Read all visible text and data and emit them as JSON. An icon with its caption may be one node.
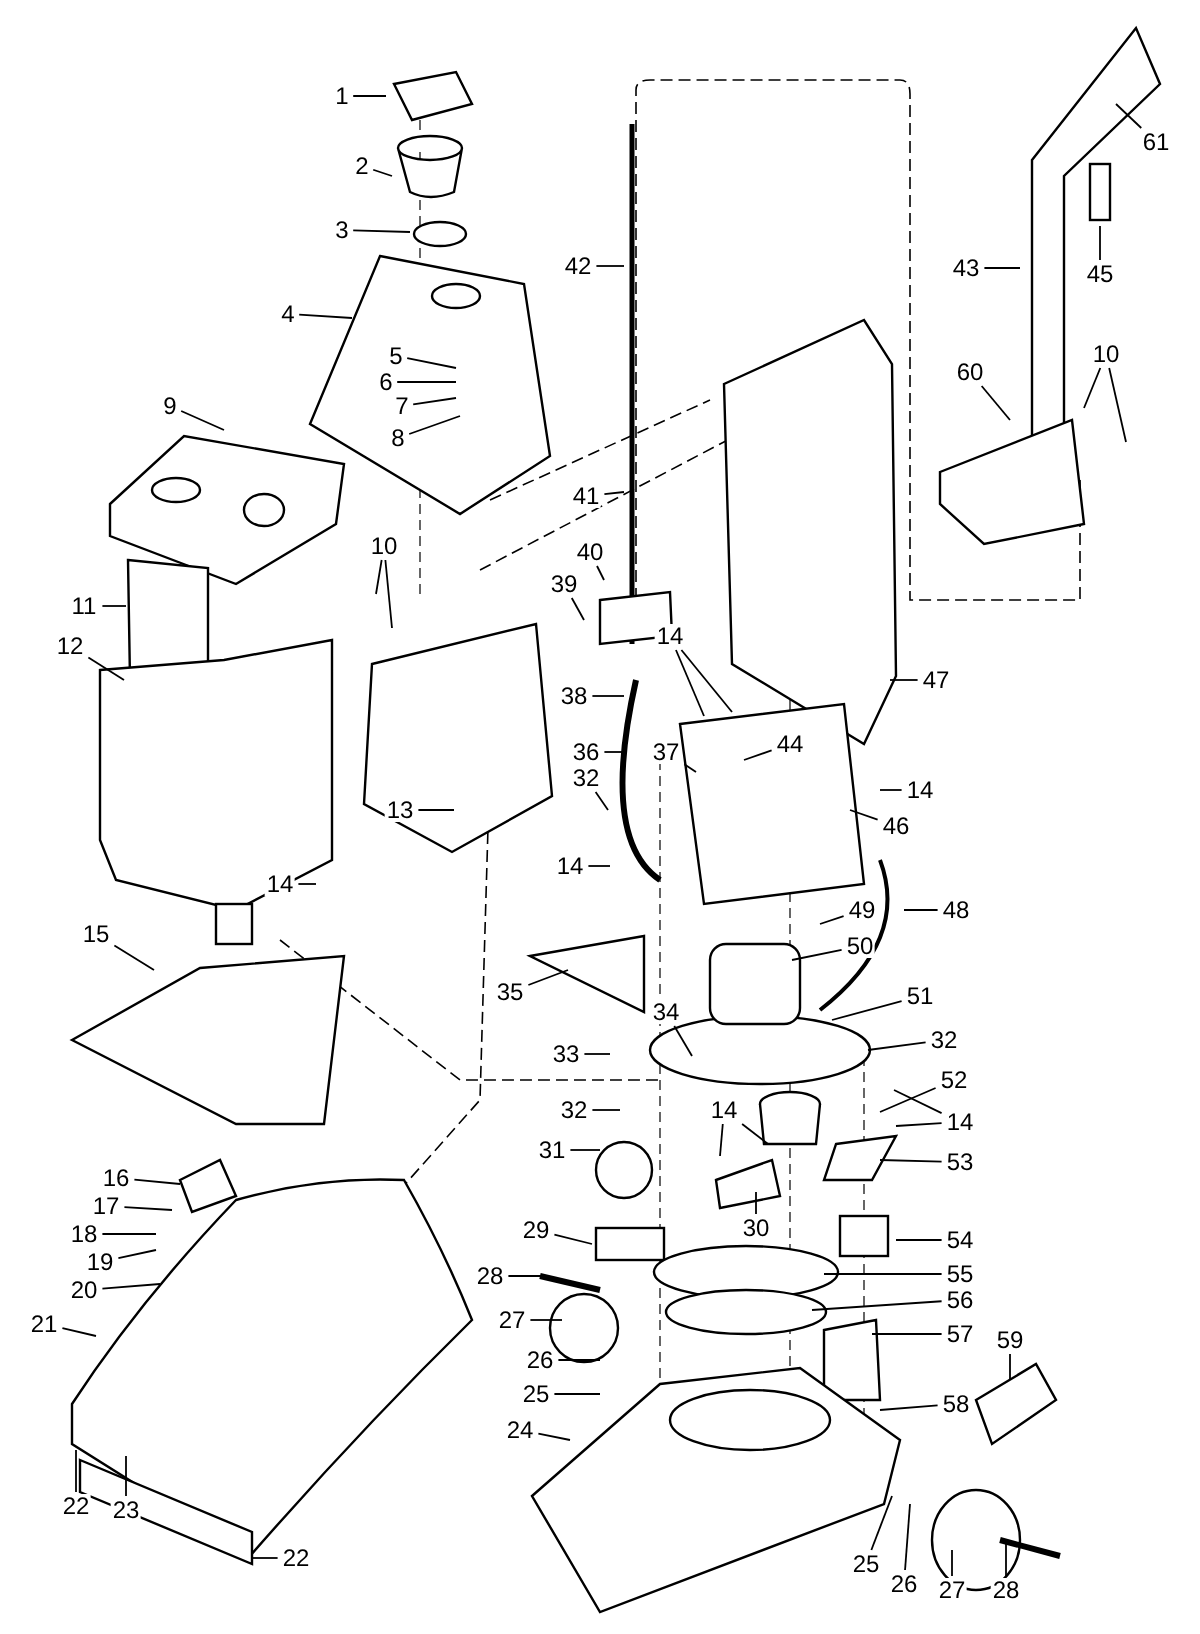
{
  "diagram": {
    "nodes": [
      {
        "text": [
          "1"
        ]
      },
      {
        "text": [
          "2"
        ]
      },
      {
        "text": [
          "3"
        ]
      },
      {
        "text": [
          "4"
        ]
      },
      {
        "text": [
          "5"
        ]
      },
      {
        "text": [
          "6"
        ]
      },
      {
        "text": [
          "7"
        ]
      },
      {
        "text": [
          "8"
        ]
      },
      {
        "text": [
          "9"
        ]
      },
      {
        "text": [
          "61"
        ]
      },
      {
        "text": [
          "42"
        ]
      },
      {
        "text": [
          "43"
        ]
      },
      {
        "text": [
          "45"
        ]
      },
      {
        "text": [
          "10"
        ]
      },
      {
        "text": [
          "60"
        ]
      },
      {
        "text": [
          "41"
        ]
      },
      {
        "text": [
          "10"
        ]
      },
      {
        "text": [
          "40"
        ]
      },
      {
        "text": [
          "39"
        ]
      },
      {
        "text": [
          "11"
        ]
      },
      {
        "text": [
          "12"
        ]
      },
      {
        "text": [
          "14"
        ]
      },
      {
        "text": [
          "47"
        ]
      },
      {
        "text": [
          "38"
        ]
      },
      {
        "text": [
          "37"
        ]
      },
      {
        "text": [
          "44"
        ]
      },
      {
        "text": [
          "36"
        ]
      },
      {
        "text": [
          "32"
        ]
      },
      {
        "text": [
          "14"
        ]
      },
      {
        "text": [
          "13"
        ]
      },
      {
        "text": [
          "46"
        ]
      },
      {
        "text": [
          "14"
        ]
      },
      {
        "text": [
          "14"
        ]
      },
      {
        "text": [
          "48"
        ]
      },
      {
        "text": [
          "49"
        ]
      },
      {
        "text": [
          "50"
        ]
      },
      {
        "text": [
          "15"
        ]
      },
      {
        "text": [
          "35"
        ]
      },
      {
        "text": [
          "51"
        ]
      },
      {
        "text": [
          "34"
        ]
      },
      {
        "text": [
          "32"
        ]
      },
      {
        "text": [
          "33"
        ]
      },
      {
        "text": [
          "52"
        ]
      },
      {
        "text": [
          "14"
        ]
      },
      {
        "text": [
          "14"
        ]
      },
      {
        "text": [
          "32"
        ]
      },
      {
        "text": [
          "31"
        ]
      },
      {
        "text": [
          "53"
        ]
      },
      {
        "text": [
          "16"
        ]
      },
      {
        "text": [
          "17"
        ]
      },
      {
        "text": [
          "18"
        ]
      },
      {
        "text": [
          "30"
        ]
      },
      {
        "text": [
          "29"
        ]
      },
      {
        "text": [
          "19"
        ]
      },
      {
        "text": [
          "54"
        ]
      },
      {
        "text": [
          "55"
        ]
      },
      {
        "text": [
          "28"
        ]
      },
      {
        "text": [
          "20"
        ]
      },
      {
        "text": [
          "56"
        ]
      },
      {
        "text": [
          "21"
        ]
      },
      {
        "text": [
          "27"
        ]
      },
      {
        "text": [
          "57"
        ]
      },
      {
        "text": [
          "59"
        ]
      },
      {
        "text": [
          "26"
        ]
      },
      {
        "text": [
          "25"
        ]
      },
      {
        "text": [
          "58"
        ]
      },
      {
        "text": [
          "24"
        ]
      },
      {
        "text": [
          "22"
        ]
      },
      {
        "text": [
          "23"
        ]
      },
      {
        "text": [
          "22"
        ]
      },
      {
        "text": [
          "25"
        ]
      },
      {
        "text": [
          "26"
        ]
      },
      {
        "text": [
          "27"
        ]
      },
      {
        "text": [
          "28"
        ]
      }
    ],
    "edges": [
      {
        "from": 0,
        "to": null,
        "arrow": "none"
      },
      {
        "from": 1,
        "to": null,
        "arrow": "none"
      },
      {
        "from": 2,
        "to": null,
        "arrow": "none"
      },
      {
        "from": 3,
        "to": null,
        "arrow": "none"
      },
      {
        "from": 4,
        "to": null,
        "arrow": "none"
      },
      {
        "from": 5,
        "to": null,
        "arrow": "none"
      },
      {
        "from": 6,
        "to": null,
        "arrow": "none"
      },
      {
        "from": 7,
        "to": null,
        "arrow": "none"
      },
      {
        "from": 8,
        "to": null,
        "arrow": "none"
      },
      {
        "from": 9,
        "to": null,
        "arrow": "none"
      },
      {
        "from": 10,
        "to": null,
        "arrow": "none"
      },
      {
        "from": 11,
        "to": null,
        "arrow": "none"
      },
      {
        "from": 12,
        "to": null,
        "arrow": "none"
      },
      {
        "from": 13,
        "to": null,
        "arrow": "none"
      },
      {
        "from": 13,
        "to": null,
        "arrow": "none"
      },
      {
        "from": 14,
        "to": null,
        "arrow": "none"
      },
      {
        "from": 15,
        "to": null,
        "arrow": "none"
      },
      {
        "from": 16,
        "to": null,
        "arrow": "none"
      },
      {
        "from": 16,
        "to": null,
        "arrow": "none"
      },
      {
        "from": 17,
        "to": null,
        "arrow": "none"
      },
      {
        "from": 18,
        "to": null,
        "arrow": "none"
      },
      {
        "from": 19,
        "to": null,
        "arrow": "none"
      },
      {
        "from": 20,
        "to": null,
        "arrow": "none"
      },
      {
        "from": 21,
        "to": null,
        "arrow": "none"
      },
      {
        "from": 21,
        "to": null,
        "arrow": "none"
      },
      {
        "from": 22,
        "to": null,
        "arrow": "none"
      },
      {
        "from": 23,
        "to": null,
        "arrow": "none"
      },
      {
        "from": 24,
        "to": null,
        "arrow": "none"
      },
      {
        "from": 25,
        "to": null,
        "arrow": "none"
      },
      {
        "from": 26,
        "to": null,
        "arrow": "none"
      },
      {
        "from": 27,
        "to": null,
        "arrow": "none"
      },
      {
        "from": 28,
        "to": null,
        "arrow": "none"
      },
      {
        "from": 29,
        "to": null,
        "arrow": "none"
      },
      {
        "from": 30,
        "to": null,
        "arrow": "none"
      },
      {
        "from": 31,
        "to": null,
        "arrow": "none"
      },
      {
        "from": 32,
        "to": null,
        "arrow": "none"
      },
      {
        "from": 33,
        "to": null,
        "arrow": "none"
      },
      {
        "from": 34,
        "to": null,
        "arrow": "none"
      },
      {
        "from": 35,
        "to": null,
        "arrow": "none"
      },
      {
        "from": 36,
        "to": null,
        "arrow": "none"
      },
      {
        "from": 37,
        "to": null,
        "arrow": "none"
      },
      {
        "from": 38,
        "to": null,
        "arrow": "none"
      },
      {
        "from": 39,
        "to": null,
        "arrow": "none"
      },
      {
        "from": 40,
        "to": null,
        "arrow": "none"
      },
      {
        "from": 41,
        "to": null,
        "arrow": "none"
      },
      {
        "from": 42,
        "to": null,
        "arrow": "none"
      },
      {
        "from": 43,
        "to": null,
        "arrow": "none"
      },
      {
        "from": 43,
        "to": null,
        "arrow": "none"
      },
      {
        "from": 44,
        "to": null,
        "arrow": "none"
      },
      {
        "from": 44,
        "to": null,
        "arrow": "none"
      },
      {
        "from": 45,
        "to": null,
        "arrow": "none"
      },
      {
        "from": 46,
        "to": null,
        "arrow": "none"
      },
      {
        "from": 47,
        "to": null,
        "arrow": "none"
      },
      {
        "from": 48,
        "to": null,
        "arrow": "none"
      },
      {
        "from": 49,
        "to": null,
        "arrow": "none"
      },
      {
        "from": 50,
        "to": null,
        "arrow": "none"
      },
      {
        "from": 51,
        "to": null,
        "arrow": "none"
      },
      {
        "from": 52,
        "to": null,
        "arrow": "none"
      },
      {
        "from": 53,
        "to": null,
        "arrow": "none"
      },
      {
        "from": 54,
        "to": null,
        "arrow": "none"
      },
      {
        "from": 55,
        "to": null,
        "arrow": "none"
      },
      {
        "from": 56,
        "to": null,
        "arrow": "none"
      },
      {
        "from": 57,
        "to": null,
        "arrow": "none"
      },
      {
        "from": 58,
        "to": null,
        "arrow": "none"
      },
      {
        "from": 59,
        "to": null,
        "arrow": "none"
      },
      {
        "from": 60,
        "to": null,
        "arrow": "none"
      },
      {
        "from": 61,
        "to": null,
        "arrow": "none"
      },
      {
        "from": 62,
        "to": null,
        "arrow": "none"
      },
      {
        "from": 63,
        "to": null,
        "arrow": "none"
      },
      {
        "from": 64,
        "to": null,
        "arrow": "none"
      },
      {
        "from": 65,
        "to": null,
        "arrow": "none"
      },
      {
        "from": 66,
        "to": null,
        "arrow": "none"
      },
      {
        "from": 67,
        "to": null,
        "arrow": "none"
      },
      {
        "from": 68,
        "to": null,
        "arrow": "none"
      },
      {
        "from": 69,
        "to": null,
        "arrow": "none"
      },
      {
        "from": 70,
        "to": null,
        "arrow": "none"
      },
      {
        "from": 71,
        "to": null,
        "arrow": "none"
      },
      {
        "from": 72,
        "to": null,
        "arrow": "none"
      },
      {
        "from": 73,
        "to": null,
        "arrow": "none"
      }
    ]
  }
}
